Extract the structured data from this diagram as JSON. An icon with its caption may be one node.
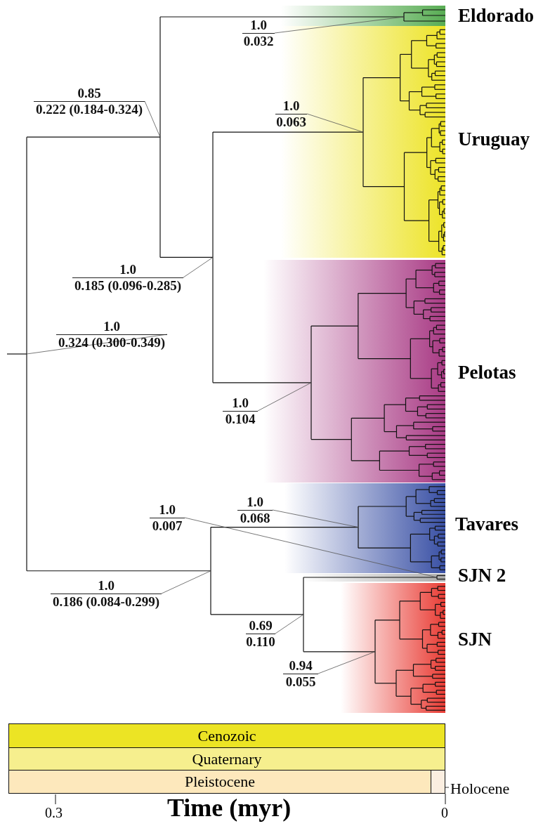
{
  "diagram": {
    "nodes": [
      {
        "text": [
          "1.0",
          "0.032"
        ]
      },
      {
        "text": [
          "0.85",
          "0.222 (0.184-0.324)"
        ]
      },
      {
        "text": [
          "1.0",
          "0.063"
        ]
      },
      {
        "text": [
          "1.0",
          "0.185 (0.096-0.285)"
        ]
      },
      {
        "text": [
          "1.0",
          "0.324 (0.300-0.349)"
        ]
      },
      {
        "text": [
          "1.0",
          "0.104"
        ]
      },
      {
        "text": [
          "1.0",
          "0.007"
        ]
      },
      {
        "text": [
          "1.0",
          "0.068"
        ]
      },
      {
        "text": [
          "1.0",
          "0.186 (0.084-0.299)"
        ]
      },
      {
        "text": [
          "0.69",
          "0.110"
        ]
      },
      {
        "text": [
          "0.94",
          "0.055"
        ]
      },
      {
        "text": [
          "Cenozoic"
        ]
      },
      {
        "text": [
          "Quaternary"
        ]
      },
      {
        "text": [
          "Pleistocene"
        ]
      },
      {
        "text": [],
        "shape": "box",
        "beside": [
          "Holocene"
        ]
      }
    ],
    "edges": [
      {
        "from": 0,
        "to": null,
        "arrow": "none"
      },
      {
        "from": 1,
        "to": null,
        "arrow": "none"
      },
      {
        "from": 2,
        "to": null,
        "arrow": "none"
      },
      {
        "from": 3,
        "to": null,
        "arrow": "none"
      },
      {
        "from": 4,
        "to": null,
        "arrow": "none"
      },
      {
        "from": 5,
        "to": null,
        "arrow": "none"
      },
      {
        "from": 6,
        "to": null,
        "arrow": "none"
      },
      {
        "from": 7,
        "to": null,
        "arrow": "none"
      },
      {
        "from": 8,
        "to": null,
        "arrow": "none"
      },
      {
        "from": 9,
        "to": null,
        "arrow": "none"
      },
      {
        "from": 10,
        "to": null,
        "arrow": "none"
      }
    ],
    "labels": [
      "Eldorado",
      "Uruguay",
      "Pelotas",
      "Tavares",
      "SJN 2",
      "SJN",
      "0.3",
      "Time (myr)",
      "0"
    ]
  }
}
